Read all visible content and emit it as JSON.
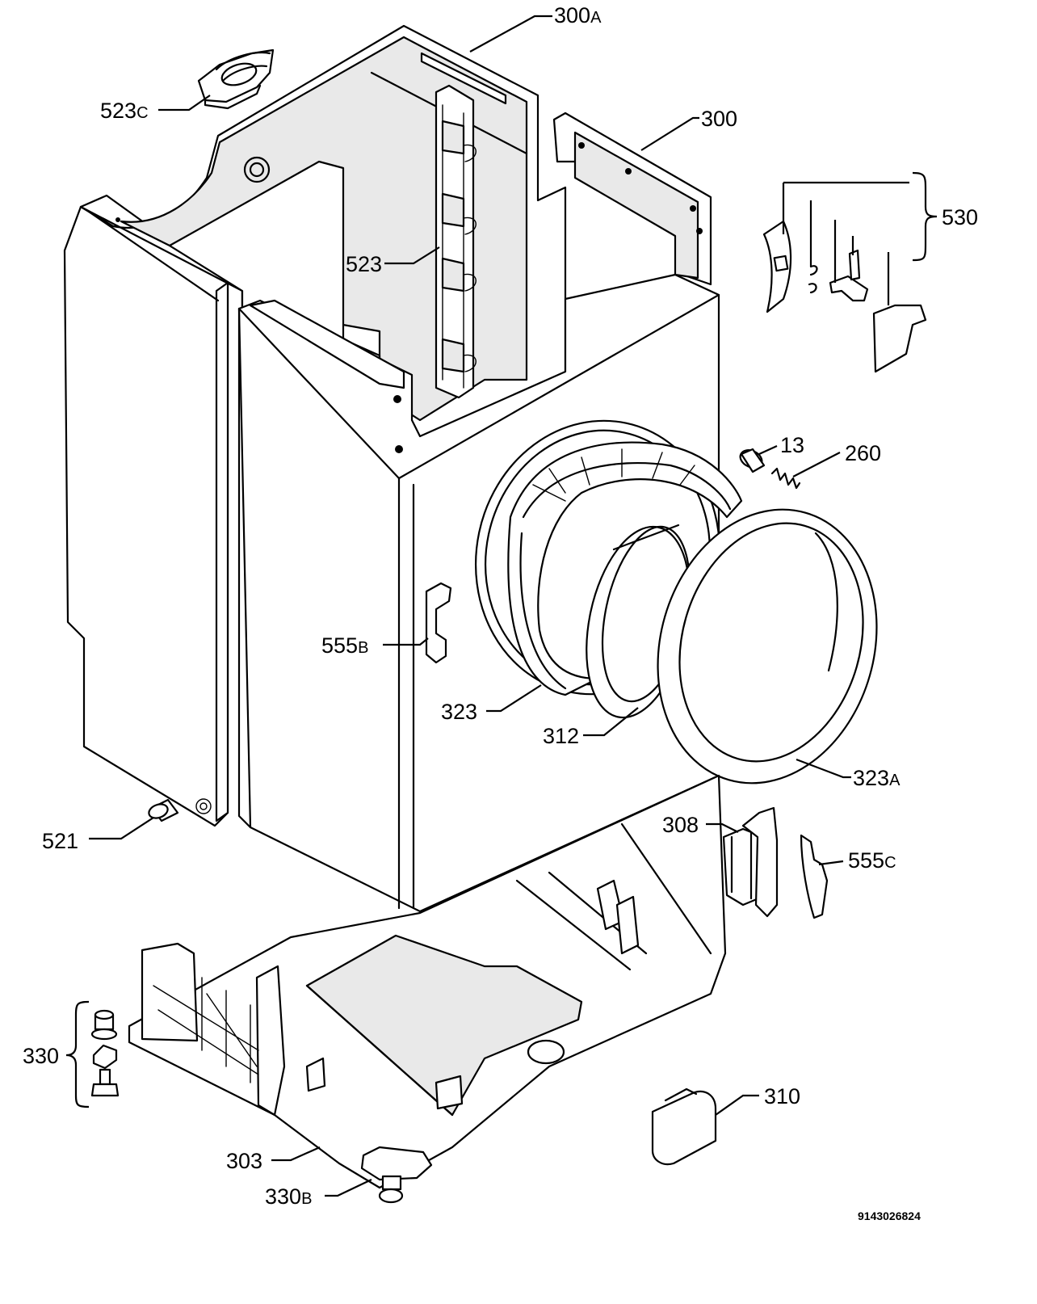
{
  "diagram": {
    "part_numbers": {
      "p300a": {
        "num": "300",
        "suffix": "A"
      },
      "p523c": {
        "num": "523",
        "suffix": "C"
      },
      "p300": {
        "num": "300",
        "suffix": ""
      },
      "p530": {
        "num": "530",
        "suffix": ""
      },
      "p523": {
        "num": "523",
        "suffix": ""
      },
      "p13": {
        "num": "13",
        "suffix": ""
      },
      "p260": {
        "num": "260",
        "suffix": ""
      },
      "p555b": {
        "num": "555",
        "suffix": "B"
      },
      "p323": {
        "num": "323",
        "suffix": ""
      },
      "p312": {
        "num": "312",
        "suffix": ""
      },
      "p323a": {
        "num": "323",
        "suffix": "A"
      },
      "p521": {
        "num": "521",
        "suffix": ""
      },
      "p308": {
        "num": "308",
        "suffix": ""
      },
      "p555c": {
        "num": "555",
        "suffix": "C"
      },
      "p330": {
        "num": "330",
        "suffix": ""
      },
      "p310": {
        "num": "310",
        "suffix": ""
      },
      "p303": {
        "num": "303",
        "suffix": ""
      },
      "p330b": {
        "num": "330",
        "suffix": "B"
      }
    },
    "drawing_code": "9143026824"
  }
}
